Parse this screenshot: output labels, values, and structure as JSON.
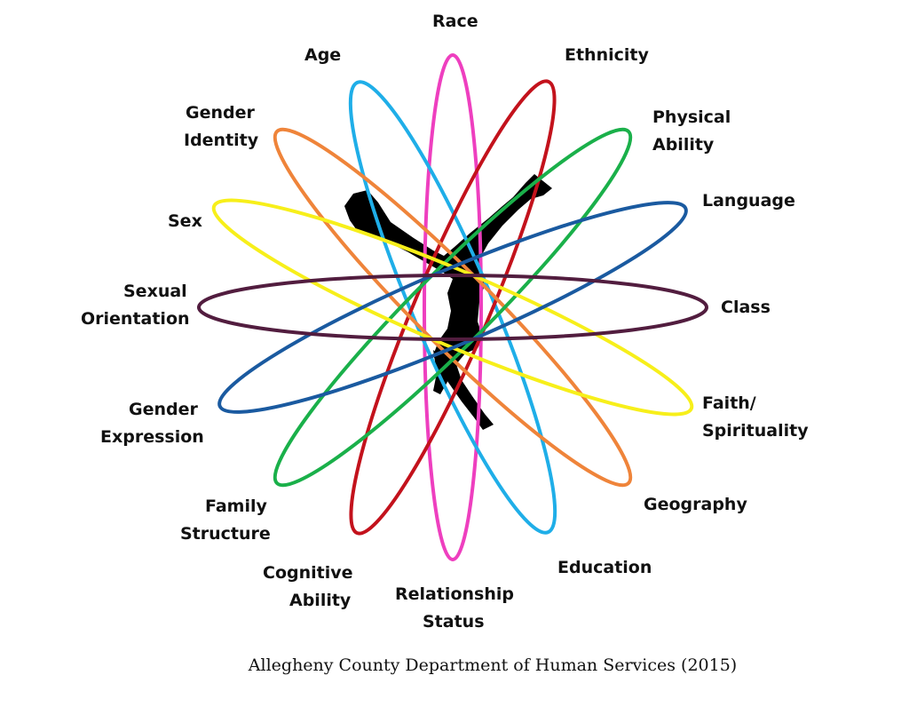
{
  "labels": {
    "race": "Race",
    "age": "Age",
    "ethnicity": "Ethnicity",
    "gender_identity": [
      "Gender",
      "Identity"
    ],
    "physical_ability": [
      "Physical",
      "Ability"
    ],
    "sex": "Sex",
    "language": "Language",
    "sexual_orientation": [
      "Sexual",
      "Orientation"
    ],
    "class": "Class",
    "gender_expression": [
      "Gender",
      "Expression"
    ],
    "faith_spirituality": [
      "Faith/",
      "Spirituality"
    ],
    "family_structure": [
      "Family",
      "Structure"
    ],
    "geography": "Geography",
    "cognitive_ability": [
      "Cognitive",
      "Ability"
    ],
    "relationship_status": [
      "Relationship",
      "Status"
    ],
    "education": "Education"
  },
  "rings": [
    {
      "name": "race-ring",
      "color": "#ee3fbf"
    },
    {
      "name": "age-ring",
      "color": "#1faee8"
    },
    {
      "name": "ethnicity-ring",
      "color": "#c3121c"
    },
    {
      "name": "gender-identity-ring",
      "color": "#ef843a"
    },
    {
      "name": "physical-ability-ring",
      "color": "#1ab04a"
    },
    {
      "name": "sex-ring",
      "color": "#f7ef1a"
    },
    {
      "name": "language-ring",
      "color": "#1a5aa0"
    },
    {
      "name": "class-ring",
      "color": "#521d3f"
    }
  ],
  "caption": "Allegheny County Department of Human Services (2015)"
}
